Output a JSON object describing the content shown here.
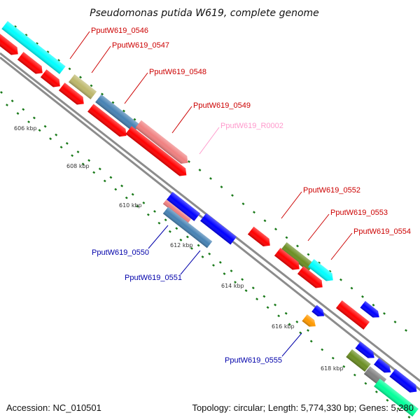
{
  "header": {
    "title": "Pseudomonas putida W619, complete genome"
  },
  "footer": {
    "accession": "Accession: NC_010501",
    "summary": "Topology: circular; Length: 5,774,330 bp; Genes: 5,280"
  },
  "ticks": [
    "606 kbp",
    "608 kbp",
    "610 kbp",
    "612 kbp",
    "614 kbp",
    "616 kbp",
    "618 kbp"
  ],
  "labels": {
    "plus": [
      "PputW619_0546",
      "PputW619_0547",
      "PputW619_0548",
      "PputW619_0549",
      "PputW619_R0002",
      "PputW619_0552",
      "PputW619_0553",
      "PputW619_0554"
    ],
    "minus": [
      "PputW619_0550",
      "PputW619_0551",
      "PputW619_0555"
    ]
  },
  "colors": {
    "label_plus": "#cc0000",
    "label_rna": "#ff99cc",
    "label_minus": "#0000aa",
    "cds_red": "#ff0000",
    "cyan": "#00ffff",
    "khaki": "#bdb76b",
    "steelblue": "#4682b4",
    "salmon": "#f08080",
    "blue": "#0000ff",
    "olive": "#6b8e23",
    "orange": "#ff9900",
    "grey": "#808080",
    "mint": "#00ff99",
    "backbone": "#8c8c8c",
    "dots": "#1a7a1a"
  }
}
